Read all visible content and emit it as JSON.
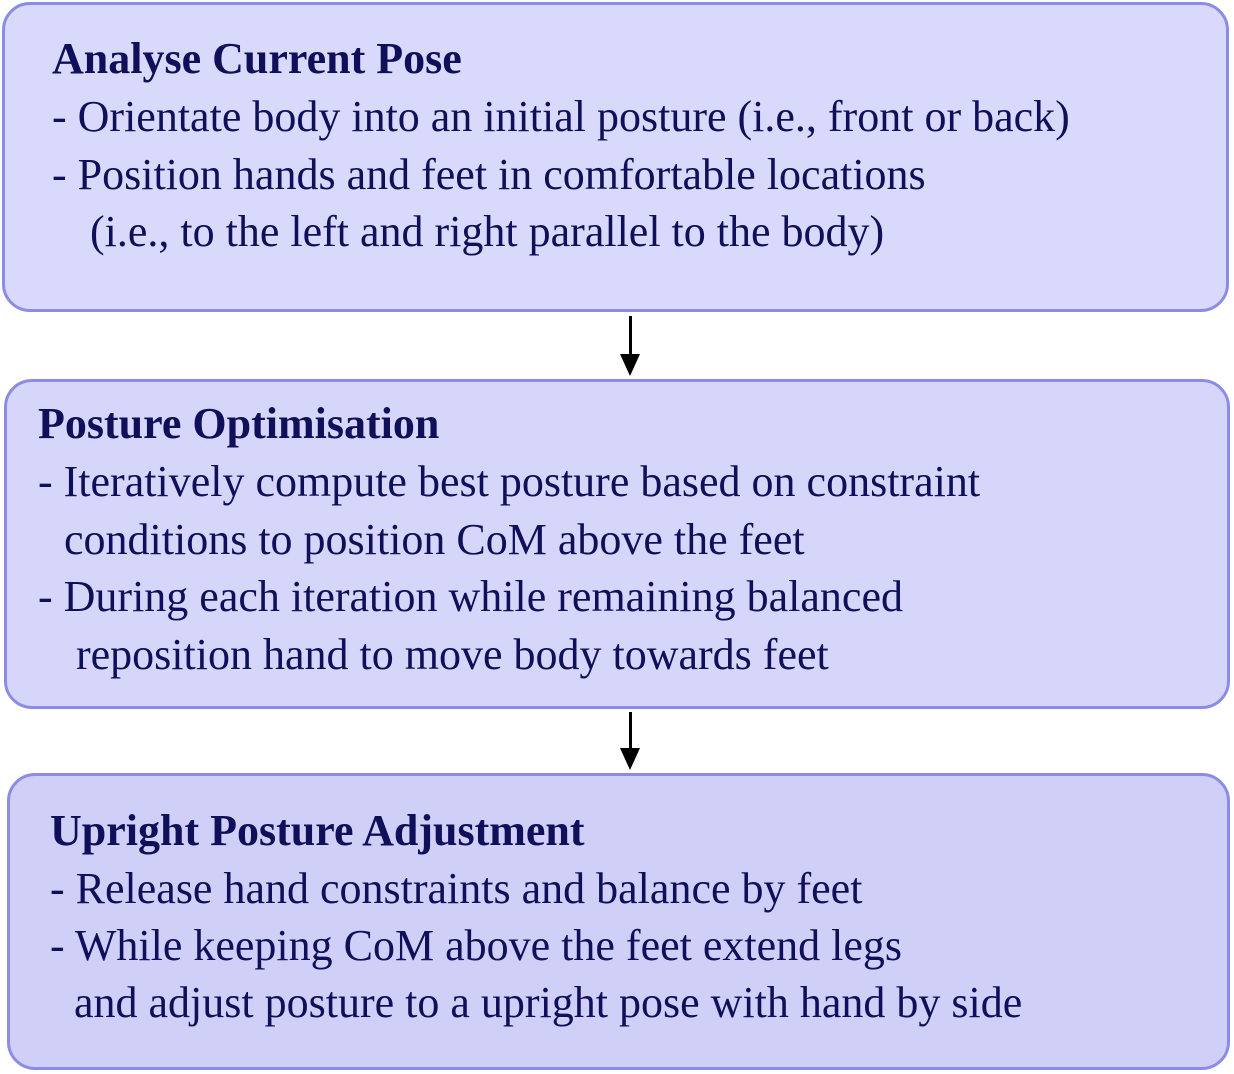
{
  "steps": [
    {
      "title": "Analyse Current Pose",
      "lines": [
        "- Orientate body into an initial posture (i.e., front or back)",
        "- Position hands and feet in comfortable locations",
        "(i.e., to the left and right parallel to the body)"
      ]
    },
    {
      "title": "Posture Optimisation",
      "lines": [
        "- Iteratively compute best posture based on constraint",
        "conditions to position CoM above the feet",
        "- During each iteration while remaining balanced",
        "reposition hand to move body towards feet"
      ]
    },
    {
      "title": "Upright Posture Adjustment",
      "lines": [
        "- Release hand constraints and balance by feet",
        "- While keeping CoM above the feet extend legs",
        "and adjust posture to a upright pose with hand by side"
      ]
    }
  ],
  "colors": {
    "box_border": "#8c8ce6",
    "box_fill": "#d9d9fb",
    "text": "#10105a",
    "arrow": "#000000"
  }
}
